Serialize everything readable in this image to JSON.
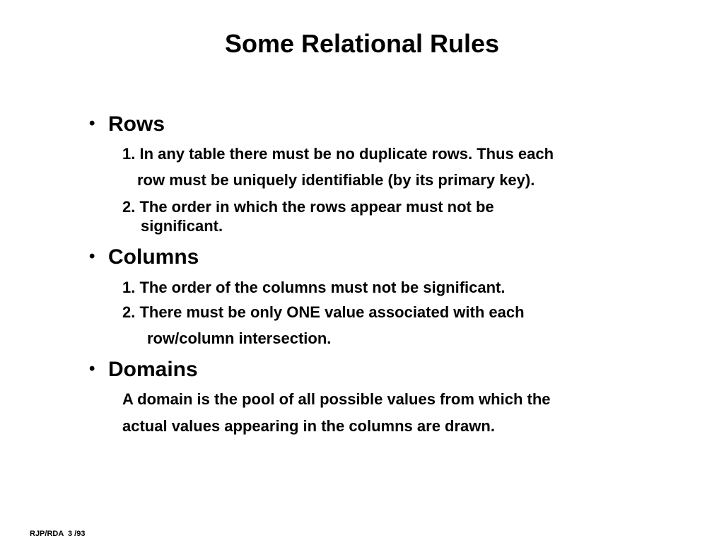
{
  "title": "Some Relational Rules",
  "sections": [
    {
      "heading": "Rows",
      "lines": [
        "1. In any table there must be no duplicate rows. Thus each",
        "row must be uniquely identifiable (by its primary key).",
        "2. The order in which the rows appear must not be",
        "significant."
      ]
    },
    {
      "heading": "Columns",
      "lines": [
        "1. The order of the columns must not be significant.",
        "2. There must be only ONE value associated with each",
        "row/column intersection."
      ]
    },
    {
      "heading": "Domains",
      "lines": [
        "A domain is the pool of all possible values from which the",
        "actual values appearing in the columns are drawn."
      ]
    }
  ],
  "footer": "RJP/RDA  3 /93"
}
